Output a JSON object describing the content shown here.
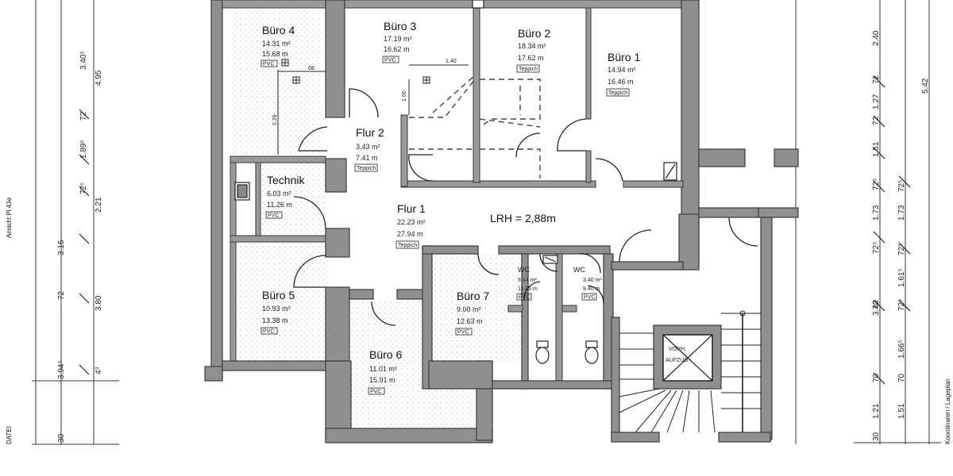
{
  "rooms": {
    "buero4": {
      "name": "Büro 4",
      "area": "14.31 m²",
      "perimeter": "15.68 m",
      "floor": "PVC"
    },
    "buero3": {
      "name": "Büro 3",
      "area": "17.19 m²",
      "perimeter": "16.62 m",
      "floor": "PVC"
    },
    "buero2": {
      "name": "Büro 2",
      "area": "18.34 m²",
      "perimeter": "17.62 m",
      "floor": "Teppich"
    },
    "buero1": {
      "name": "Büro 1",
      "area": "14.94 m²",
      "perimeter": "16.46 m",
      "floor": "Teppich"
    },
    "flur2": {
      "name": "Flur 2",
      "area": "3.43 m²",
      "perimeter": "7.41 m",
      "floor": "Teppich"
    },
    "technik": {
      "name": "Technik",
      "area": "6.03 m²",
      "perimeter": "11.26 m",
      "floor": "PVC"
    },
    "flur1": {
      "name": "Flur 1",
      "area": "22.23 m²",
      "perimeter": "27.94 m",
      "floor": "Teppich"
    },
    "buero5": {
      "name": "Büro 5",
      "area": "10.93 m²",
      "perimeter": "13.38 m",
      "floor": "PVC"
    },
    "buero6": {
      "name": "Büro 6",
      "area": "11.01 m²",
      "perimeter": "15.91 m",
      "floor": "PVC"
    },
    "buero7": {
      "name": "Büro 7",
      "area": "9.00 m²",
      "perimeter": "12.63 m",
      "floor": "PVC"
    },
    "wc1": {
      "name": "WC",
      "area": "5.14 m²",
      "perimeter": "11.05 m",
      "floor": "PVC"
    },
    "wc2": {
      "name": "WC",
      "area": "3.40 m²",
      "perimeter": "9.40 m",
      "floor": "PVC"
    }
  },
  "labels": {
    "ceiling_height": "LRH = 2,88m",
    "elevator_line1": "VORH.",
    "elevator_line2": "AUFZUG",
    "dim_68": "68",
    "dim_140": "1.40",
    "dim_100": "1.00",
    "dim_229": "2.29"
  },
  "left_dimensions": {
    "outer": [
      "4.95",
      "2.21",
      "3.80"
    ],
    "inner": [
      "3.40⁵",
      "72",
      "1.89⁵",
      "72⁵",
      "3.15",
      "72",
      "4⁰",
      "3.94⁵",
      "30"
    ]
  },
  "right_dimensions": {
    "outer": [
      "2.40",
      "5.42",
      "1.73",
      "3.40"
    ],
    "inner": [
      "72",
      "1.27",
      "72",
      "1.51",
      "72⁵",
      "1.73",
      "72⁵",
      "1.61⁵",
      "72",
      "1.66⁵",
      "70",
      "1.21",
      "30"
    ],
    "far": [
      "72⁵",
      "72⁵",
      "72⁵",
      "72⁵",
      "70",
      "1.51"
    ]
  },
  "edge_text": [
    "Ansicht Pl 43e",
    "Koordinaten / Lageplan",
    "DATEI"
  ]
}
